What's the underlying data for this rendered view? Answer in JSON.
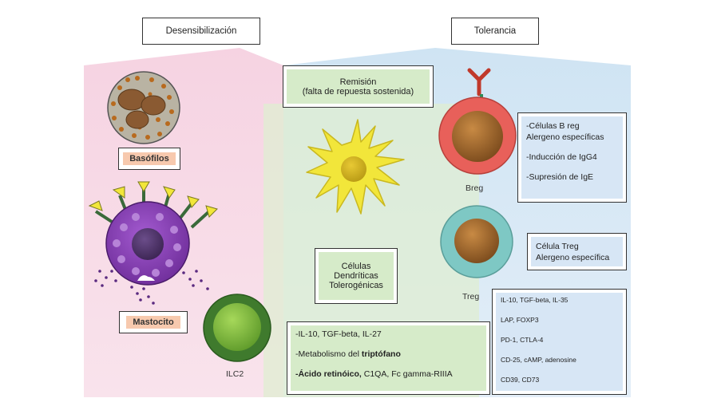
{
  "headers": {
    "left": "Desensibilización",
    "right": "Tolerancia"
  },
  "remission": {
    "line1": "Remisión",
    "line2": "(falta de repuesta sostenida)"
  },
  "cells": {
    "basophil": "Basófilos",
    "mastocyte": "Mastocito",
    "ilc2": "ILC2",
    "breg": "Breg",
    "treg": "Treg",
    "dendritic": [
      "Células",
      "Dendríticas",
      "Tolerogénicas"
    ]
  },
  "breg_box": [
    "-Células B reg",
    "Alergeno específicas",
    "-Inducción de IgG4",
    "-Supresión de IgE"
  ],
  "treg_box": [
    "Célula Treg",
    "Alergeno específica"
  ],
  "green_box": {
    "line1": "-IL-10, TGF-beta, IL-27",
    "line2_prefix": "-Metabolismo del ",
    "line2_bold": "triptófano",
    "line3_bold": "-Ácido retinóico,",
    "line3_rest": " C1QA, Fc gamma-RIIIA"
  },
  "blue_box": [
    "IL-10, TGF-beta, IL-35",
    "LAP, FOXP3",
    "PD-1, CTLA-4",
    "CD-25, cAMP, adenosine",
    "CD39, CD73"
  ],
  "colors": {
    "pink_bg": "#f3cfe0",
    "blue_bg": "#d6e8f5",
    "green_bg": "#dcefcf",
    "salmon": "#f7c9ae",
    "breg_outer": "#e8605a",
    "treg_outer": "#7ec8c4",
    "ilc2_outer": "#3f7a2d",
    "dendritic": "#f2e63a",
    "mast_purple": "#8a3fb0"
  }
}
